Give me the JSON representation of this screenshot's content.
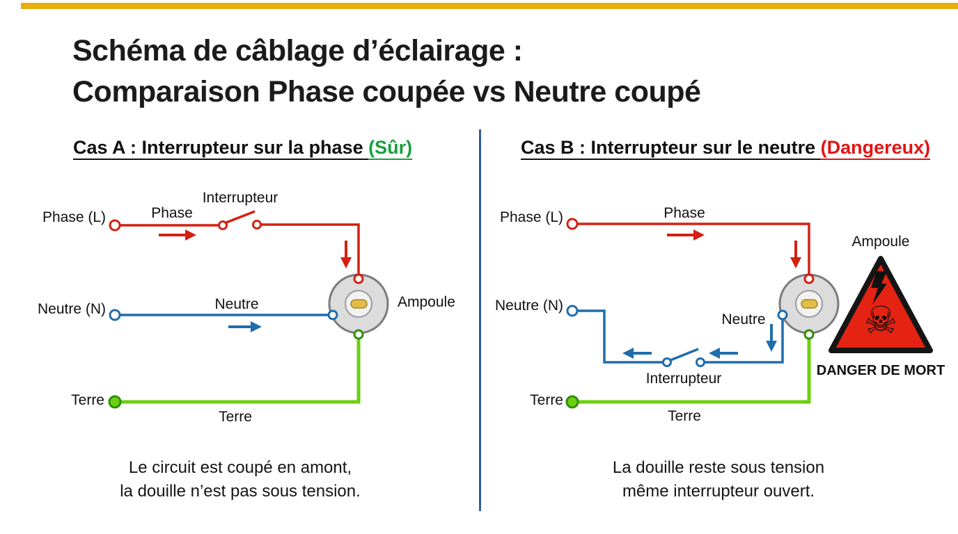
{
  "title": {
    "line1": "Schéma de câblage d’éclairage :",
    "line2": "Comparaison Phase coupée vs Neutre coupé"
  },
  "panels": {
    "a": {
      "heading": "Cas A : Interrupteur sur la phase ",
      "badge": "(Sûr)",
      "labels": {
        "phase_terminal": "Phase (L)",
        "phase_wire": "Phase",
        "switch": "Interrupteur",
        "neutral_terminal": "Neutre (N)",
        "neutral_wire": "Neutre",
        "lamp": "Ampoule",
        "earth_terminal": "Terre",
        "earth_wire": "Terre"
      },
      "caption": [
        "Le circuit est coupé en amont,",
        "la douille n’est pas sous tension."
      ]
    },
    "b": {
      "heading": "Cas B : Interrupteur sur le neutre ",
      "badge": "(Dangereux)",
      "labels": {
        "phase_terminal": "Phase (L)",
        "phase_wire": "Phase",
        "switch": "Interrupteur",
        "neutral_terminal": "Neutre (N)",
        "neutral_wire": "Neutre",
        "lamp": "Ampoule",
        "earth_terminal": "Terre",
        "earth_wire": "Terre",
        "danger": "DANGER DE MORT"
      },
      "caption": [
        "La douille reste sous tension",
        "même interrupteur ouvert."
      ]
    }
  },
  "icons": {
    "skull": "☠"
  },
  "colors": {
    "phase": "#d32011",
    "neutral": "#1f6dad",
    "earth": "#6ccf12",
    "safe": "#17a03c",
    "danger": "#e31414",
    "divider": "#2e5f94",
    "top_bar": "#e6af0e"
  }
}
